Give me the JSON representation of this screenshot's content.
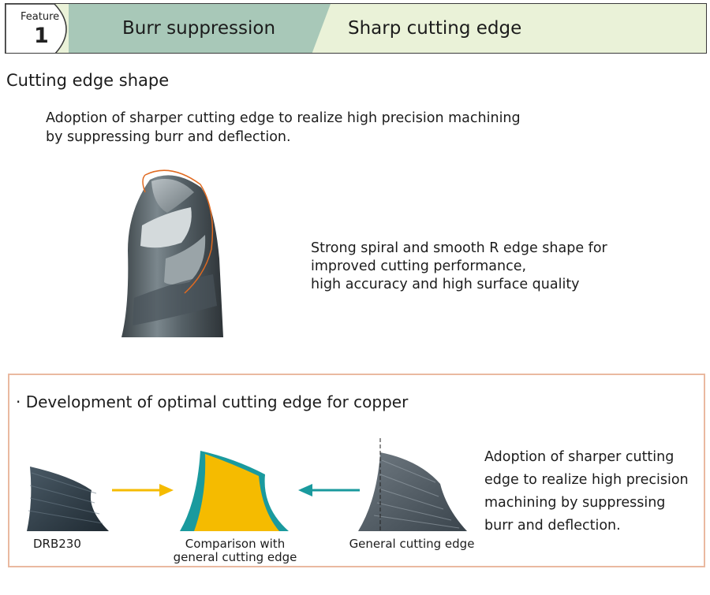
{
  "header": {
    "feature_label": "Feature",
    "feature_number": "1",
    "tab_active": "Burr suppression",
    "tab_inactive": "Sharp cutting edge",
    "colors": {
      "active": "#a8c8b8",
      "inactive": "#eaf2d8"
    }
  },
  "section": {
    "title": "Cutting edge shape",
    "intro_line1": "Adoption of sharper cutting edge to realize high precision machining",
    "intro_line2": "by suppressing burr and deflection."
  },
  "drill_note": {
    "line1": "Strong spiral and smooth R edge shape for",
    "line2": "improved cutting performance,",
    "line3": "high accuracy and high surface quality"
  },
  "box": {
    "title": "· Development of optimal cutting edge for copper",
    "label_left": "DRB230",
    "label_middle_1": "Comparison with",
    "label_middle_2": "general cutting edge",
    "label_right": "General cutting edge",
    "desc_line1": "Adoption of sharper cutting",
    "desc_line2": "edge to realize high precision",
    "desc_line3": "machining by suppressing",
    "desc_line4": "burr and deflection.",
    "colors": {
      "border": "#eab9a0",
      "yellow": "#f5bb00",
      "teal": "#1a9a9e"
    }
  }
}
